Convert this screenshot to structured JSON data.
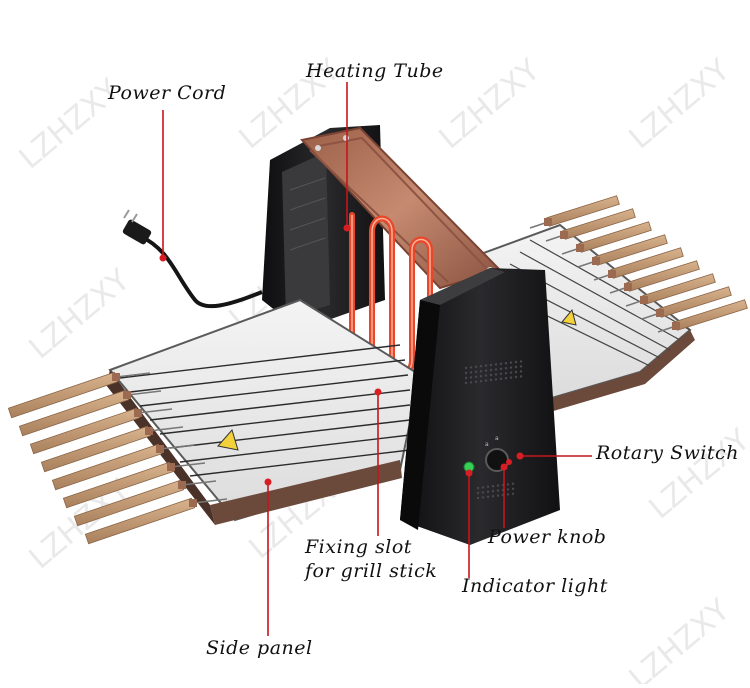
{
  "watermark": "LZHZXY",
  "labels": {
    "power_cord": "Power Cord",
    "heating_tube": "Heating Tube",
    "rotary_switch": "Rotary Switch",
    "power_knob": "Power knob",
    "fixing_slot_line1": "Fixing slot",
    "fixing_slot_line2": "for grill stick",
    "indicator_light": "Indicator light",
    "side_panel": "Side panel"
  },
  "colors": {
    "leader_line": "#c4161c",
    "leader_dot": "#d81e24",
    "housing": "#1d1d1f",
    "copper": "#b5745a",
    "heating_coil": "#e8472a",
    "skewer_wood": "#c9a07a",
    "indicator": "#34d058"
  }
}
